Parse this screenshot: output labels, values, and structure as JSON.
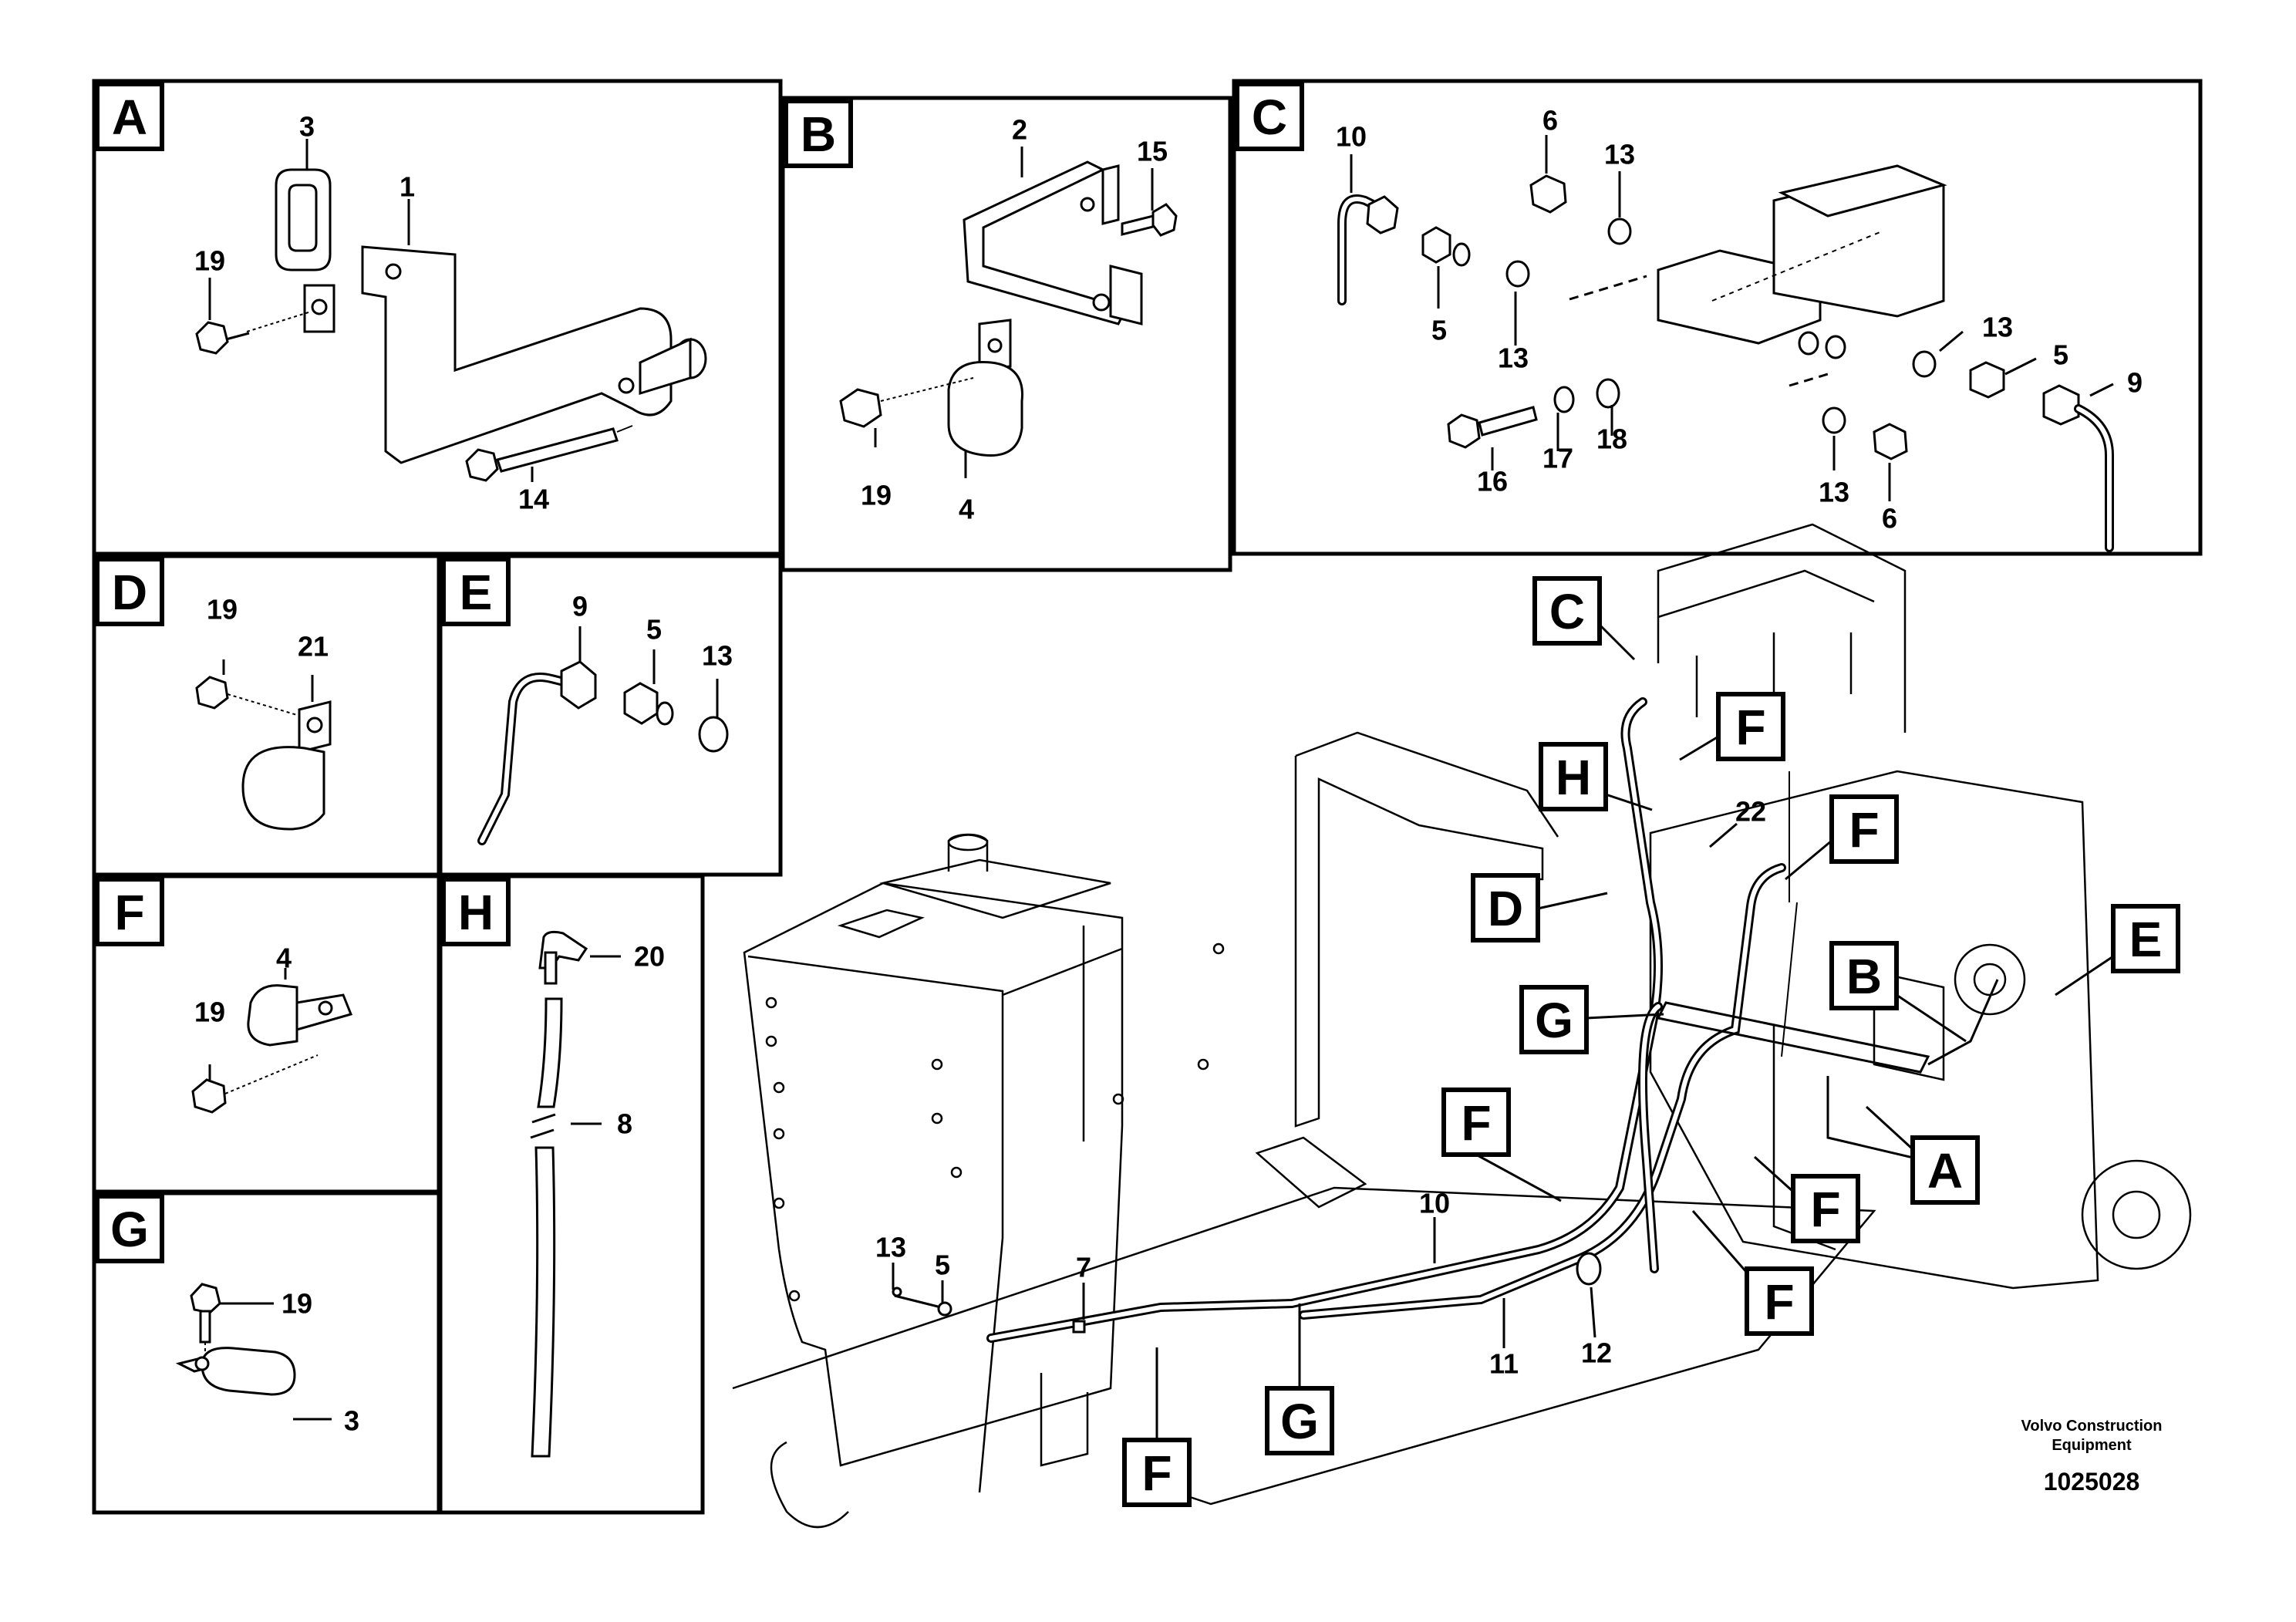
{
  "panels": {
    "A": {
      "letter": "A",
      "callouts": [
        "3",
        "1",
        "19",
        "14"
      ]
    },
    "B": {
      "letter": "B",
      "callouts": [
        "2",
        "15",
        "19",
        "4"
      ]
    },
    "C": {
      "letter": "C",
      "callouts": [
        "10",
        "6",
        "13",
        "5",
        "13",
        "13",
        "5",
        "9",
        "16",
        "17",
        "18",
        "13",
        "6"
      ]
    },
    "D": {
      "letter": "D",
      "callouts": [
        "19",
        "21"
      ]
    },
    "E": {
      "letter": "E",
      "callouts": [
        "9",
        "5",
        "13"
      ]
    },
    "F": {
      "letter": "F",
      "callouts": [
        "4",
        "19"
      ]
    },
    "G": {
      "letter": "G",
      "callouts": [
        "19",
        "3"
      ]
    },
    "H": {
      "letter": "H",
      "callouts": [
        "20",
        "8"
      ]
    }
  },
  "main": {
    "tags": [
      "C",
      "F",
      "H",
      "F",
      "D",
      "E",
      "B",
      "G",
      "F",
      "A",
      "F",
      "F",
      "F",
      "G"
    ],
    "callouts": [
      "22",
      "10",
      "11",
      "12",
      "13",
      "5",
      "7"
    ]
  },
  "footer": {
    "company_line1": "Volvo Construction",
    "company_line2": "Equipment",
    "drawing_number": "1025028"
  }
}
